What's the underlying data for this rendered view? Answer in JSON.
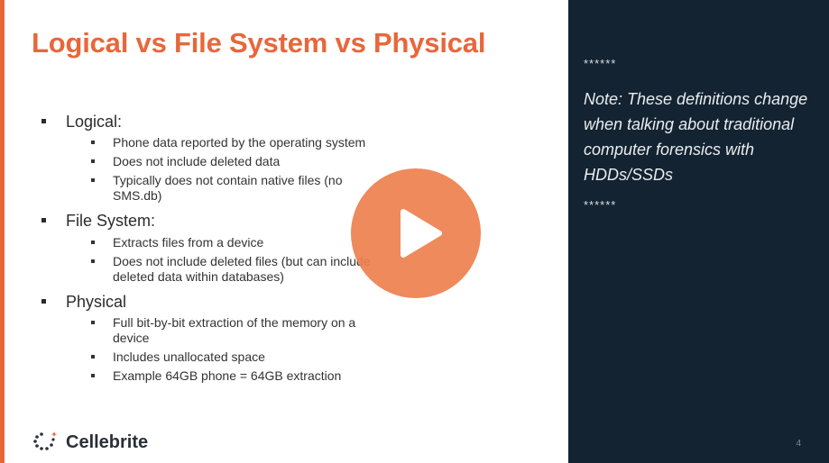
{
  "slide": {
    "title": "Logical vs File System vs Physical",
    "sections": [
      {
        "heading": "Logical:",
        "items": [
          "Phone data reported by the operating system",
          "Does not include deleted data",
          "Typically does not contain native files (no SMS.db)"
        ]
      },
      {
        "heading": "File System:",
        "items": [
          "Extracts files from a device",
          "Does not include deleted files (but can include deleted data within databases)"
        ]
      },
      {
        "heading": "Physical",
        "items": [
          "Full bit-by-bit extraction of the memory on a device",
          "Includes unallocated space",
          "Example 64GB phone = 64GB extraction"
        ]
      }
    ],
    "logo_text": "Cellebrite"
  },
  "notes": {
    "separator_top": "******",
    "text": "Note: These definitions change when talking about traditional computer forensics with HDDs/SSDs",
    "separator_bottom": "******",
    "page_number": "4"
  },
  "player": {
    "play_icon": "play-icon"
  },
  "colors": {
    "accent": "#e8673a",
    "notes_bg": "#142331",
    "play_button": "#ed804d"
  }
}
